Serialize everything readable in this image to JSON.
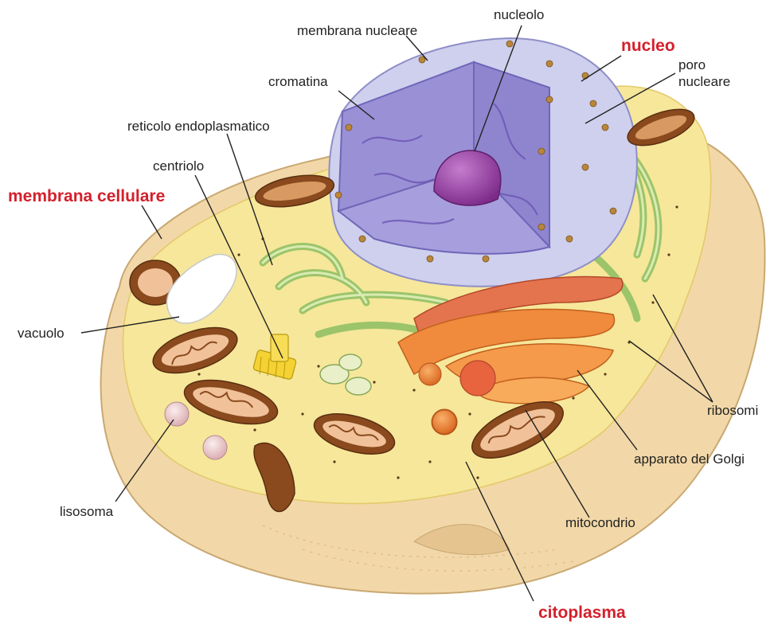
{
  "colors": {
    "highlight_label": "#d4202c",
    "cytoplasm": "#f6e79a",
    "outer_cell": "#f2d8a8",
    "nucleus": "#9a90d6",
    "nucleus_outer": "#cfd0ee",
    "nucleolus": "#9b3fa6",
    "er": "#b9d88a",
    "mitochondria": "#8a4a1e",
    "golgi": "#f08a3c",
    "lysosome": "#e9c7c7"
  },
  "labels": {
    "nucleolo": "nucleolo",
    "membrana_nucleare": "membrana nucleare",
    "nucleo": "nucleo",
    "poro_nucleare_1": "poro",
    "poro_nucleare_2": "nucleare",
    "cromatina": "cromatina",
    "reticolo_endoplasmatico": "reticolo endoplasmatico",
    "centriolo": "centriolo",
    "membrana_cellulare": "membrana cellulare",
    "vacuolo": "vacuolo",
    "ribosomi": "ribosomi",
    "apparato_del_golgi": "apparato del Golgi",
    "lisosoma": "lisosoma",
    "mitocondrio": "mitocondrio",
    "citoplasma": "citoplasma"
  }
}
